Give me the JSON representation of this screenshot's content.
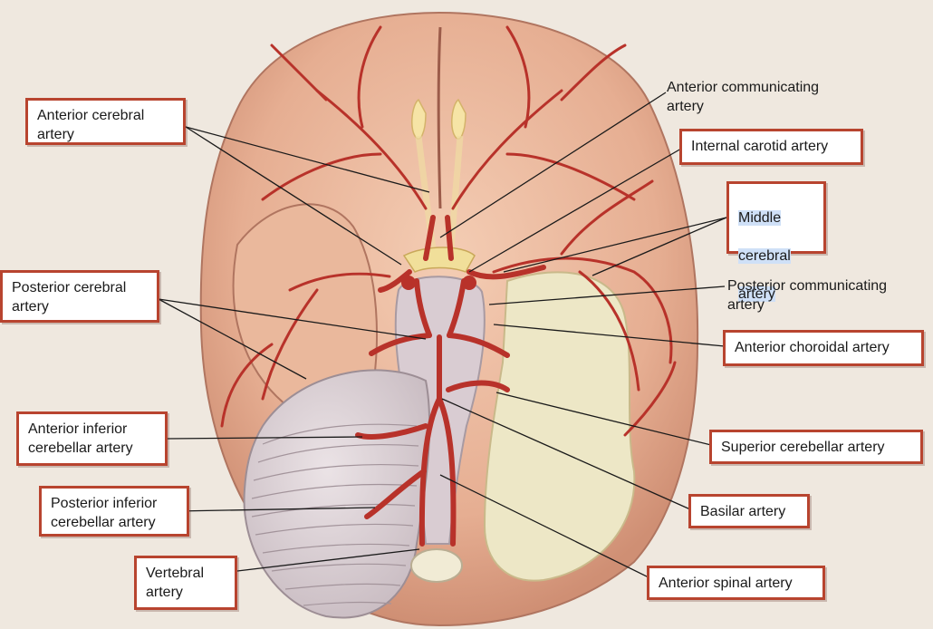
{
  "labels": {
    "anterior_cerebral": "Anterior cerebral\nartery",
    "anterior_communicating": "Anterior communicating\nartery",
    "internal_carotid": "Internal carotid artery",
    "middle_cerebral": [
      "Middle",
      "cerebral",
      "artery"
    ],
    "posterior_cerebral": "Posterior cerebral\nartery",
    "posterior_communicating": "Posterior communicating\nartery",
    "anterior_choroidal": "Anterior choroidal artery",
    "anterior_inferior_cerebellar": "Anterior inferior\ncerebellar artery",
    "superior_cerebellar": "Superior cerebellar artery",
    "posterior_inferior_cerebellar": "Posterior inferior\ncerebellar artery",
    "basilar": "Basilar artery",
    "vertebral": "Vertebral\nartery",
    "anterior_spinal": "Anterior spinal artery"
  },
  "colors": {
    "background": "#efe8df",
    "label_border": "#b8442f",
    "artery": "#b8322a",
    "cortex": "#e8b79c",
    "white_matter": "#ece6c4",
    "cerebellum": "#ddd3d6",
    "highlight": "#cfe0f7"
  }
}
